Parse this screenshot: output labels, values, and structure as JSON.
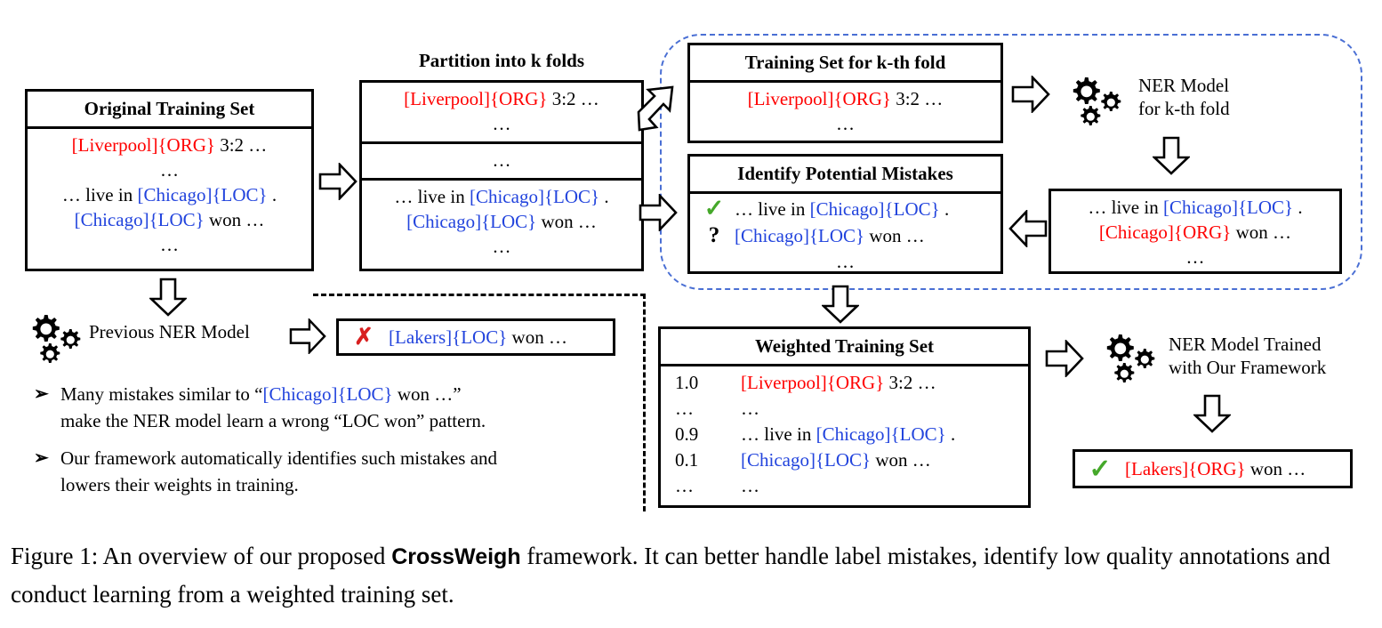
{
  "figure": {
    "caption_pre": "Figure 1: An overview of our proposed ",
    "caption_brand": "CrossWeigh",
    "caption_post": " framework. It can better handle label mistakes, identify low quality annotations and conduct learning from a weighted training set."
  },
  "colors": {
    "red": "#ff0000",
    "blue": "#2244dd",
    "green": "#45a82a",
    "x_red": "#d81f1f",
    "dashed_blue": "#4a6fd4",
    "black": "#000000"
  },
  "original_training_set": {
    "title": "Original Training Set",
    "lines": [
      {
        "parts": [
          {
            "t": "[Liverpool]{ORG}",
            "c": "red"
          },
          {
            "t": " 3:2 …",
            "c": "blk"
          }
        ]
      },
      {
        "parts": [
          {
            "t": "…",
            "c": "blk"
          }
        ]
      },
      {
        "parts": [
          {
            "t": "… live in ",
            "c": "blk"
          },
          {
            "t": "[Chicago]{LOC}",
            "c": "blue"
          },
          {
            "t": " .",
            "c": "blk"
          }
        ]
      },
      {
        "parts": [
          {
            "t": "[Chicago]{LOC}",
            "c": "blue"
          },
          {
            "t": " won …",
            "c": "blk"
          }
        ]
      },
      {
        "parts": [
          {
            "t": "…",
            "c": "blk"
          }
        ]
      }
    ]
  },
  "partition": {
    "title": "Partition into k folds",
    "folds": [
      {
        "lines": [
          {
            "parts": [
              {
                "t": "[Liverpool]{ORG}",
                "c": "red"
              },
              {
                "t": " 3:2 …",
                "c": "blk"
              }
            ]
          },
          {
            "parts": [
              {
                "t": "…",
                "c": "blk"
              }
            ]
          }
        ]
      },
      {
        "lines": [
          {
            "parts": [
              {
                "t": "…",
                "c": "blk"
              }
            ]
          }
        ]
      },
      {
        "lines": [
          {
            "parts": [
              {
                "t": "… live in ",
                "c": "blk"
              },
              {
                "t": "[Chicago]{LOC}",
                "c": "blue"
              },
              {
                "t": " .",
                "c": "blk"
              }
            ]
          },
          {
            "parts": [
              {
                "t": "[Chicago]{LOC}",
                "c": "blue"
              },
              {
                "t": " won …",
                "c": "blk"
              }
            ]
          },
          {
            "parts": [
              {
                "t": "…",
                "c": "blk"
              }
            ]
          }
        ]
      }
    ]
  },
  "training_set_kth": {
    "title": "Training Set for k-th fold",
    "lines": [
      {
        "parts": [
          {
            "t": "[Liverpool]{ORG}",
            "c": "red"
          },
          {
            "t": " 3:2 …",
            "c": "blk"
          }
        ]
      },
      {
        "parts": [
          {
            "t": "…",
            "c": "blk"
          }
        ]
      }
    ]
  },
  "identify_mistakes": {
    "title": "Identify Potential Mistakes",
    "rows": [
      {
        "mark": "✓",
        "mark_kind": "check",
        "parts": [
          {
            "t": "… live in ",
            "c": "blk"
          },
          {
            "t": "[Chicago]{LOC}",
            "c": "blue"
          },
          {
            "t": " .",
            "c": "blk"
          }
        ]
      },
      {
        "mark": "?",
        "mark_kind": "question",
        "parts": [
          {
            "t": "[Chicago]{LOC}",
            "c": "blue"
          },
          {
            "t": " won …",
            "c": "blk"
          }
        ]
      },
      {
        "mark": "",
        "mark_kind": "none",
        "parts": [
          {
            "t": "…",
            "c": "blk"
          }
        ]
      }
    ]
  },
  "ner_model_kth": {
    "label_line1": "NER Model",
    "label_line2": "for k-th fold",
    "icon": "gears-icon"
  },
  "kth_predictions": {
    "lines": [
      {
        "parts": [
          {
            "t": "… live in ",
            "c": "blk"
          },
          {
            "t": "[Chicago]{LOC}",
            "c": "blue"
          },
          {
            "t": " .",
            "c": "blk"
          }
        ]
      },
      {
        "parts": [
          {
            "t": "[Chicago]{ORG}",
            "c": "red"
          },
          {
            "t": " won …",
            "c": "blk"
          }
        ]
      },
      {
        "parts": [
          {
            "t": "…",
            "c": "blk"
          }
        ]
      }
    ]
  },
  "previous_model": {
    "icon": "gears-icon",
    "label": "Previous NER Model",
    "result_mark": "✗",
    "result_parts": [
      {
        "t": "[Lakers]{LOC}",
        "c": "blue"
      },
      {
        "t": " won …",
        "c": "blk"
      }
    ]
  },
  "bullets": [
    {
      "marker": "➢",
      "segments": [
        {
          "t": "Many mistakes similar to “",
          "c": "blk"
        },
        {
          "t": "[Chicago]{LOC}",
          "c": "blue"
        },
        {
          "t": " won …”",
          "c": "blk"
        },
        {
          "t": "\n",
          "c": "br"
        },
        {
          "t": "make the NER model learn a wrong “LOC won” pattern.",
          "c": "blk"
        }
      ]
    },
    {
      "marker": "➢",
      "segments": [
        {
          "t": "Our framework automatically identifies such mistakes and",
          "c": "blk"
        },
        {
          "t": "\n",
          "c": "br"
        },
        {
          "t": "lowers their weights in training.",
          "c": "blk"
        }
      ]
    }
  ],
  "weighted_training_set": {
    "title": "Weighted Training Set",
    "rows": [
      {
        "weight": "1.0",
        "parts": [
          {
            "t": "[Liverpool]{ORG}",
            "c": "red"
          },
          {
            "t": " 3:2 …",
            "c": "blk"
          }
        ]
      },
      {
        "weight": "…",
        "parts": [
          {
            "t": "…",
            "c": "blk"
          }
        ]
      },
      {
        "weight": "0.9",
        "parts": [
          {
            "t": "… live in ",
            "c": "blk"
          },
          {
            "t": "[Chicago]{LOC}",
            "c": "blue"
          },
          {
            "t": " .",
            "c": "blk"
          }
        ]
      },
      {
        "weight": "0.1",
        "parts": [
          {
            "t": "[Chicago]{LOC}",
            "c": "blue"
          },
          {
            "t": " won …",
            "c": "blk"
          }
        ]
      },
      {
        "weight": "…",
        "parts": [
          {
            "t": "…",
            "c": "blk"
          }
        ]
      }
    ]
  },
  "final_model": {
    "icon": "gears-icon",
    "label_line1": "NER Model Trained",
    "label_line2": "with Our Framework",
    "result_mark": "✓",
    "result_parts": [
      {
        "t": "[Lakers]{ORG}",
        "c": "red"
      },
      {
        "t": " won …",
        "c": "blk"
      }
    ]
  }
}
